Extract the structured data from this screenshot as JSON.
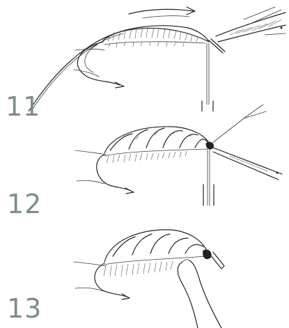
{
  "steps": [
    {
      "number": "11",
      "illustration": "fly-tying-step-11"
    },
    {
      "number": "12",
      "illustration": "fly-tying-step-12"
    },
    {
      "number": "13",
      "illustration": "fly-tying-step-13"
    }
  ],
  "colors": {
    "ink": "#2a2a2a",
    "step_number": "#7d8c8e",
    "background": "#ffffff"
  }
}
